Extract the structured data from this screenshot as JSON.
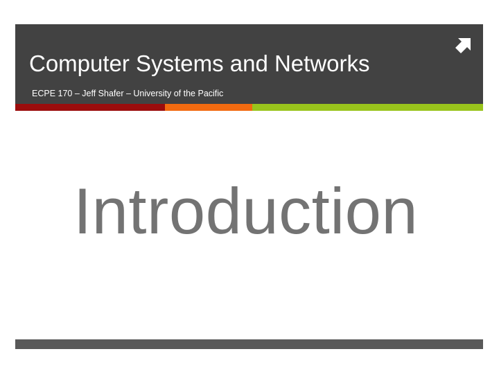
{
  "header": {
    "title": "Computer Systems and Networks",
    "subtitle": "ECPE 170 – Jeff Shafer – University of the Pacific",
    "corner_icon": "arrow-up-right-icon"
  },
  "accent_bar": {
    "colors": [
      "#9b0c0c",
      "#f26a10",
      "#99c41c"
    ]
  },
  "slide": {
    "title": "Introduction"
  },
  "theme": {
    "header_background": "#424242",
    "footer_background": "#595959",
    "title_color": "#737373"
  }
}
